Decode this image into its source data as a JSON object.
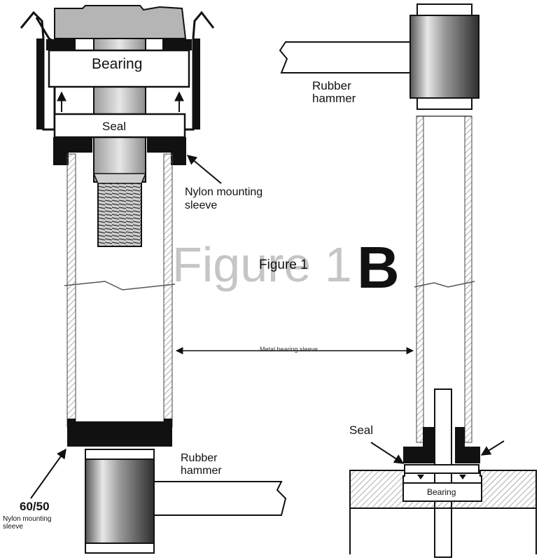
{
  "labels": {
    "bearing_left": "Bearing",
    "seal_left": "Seal",
    "nylon_sleeve_line1": "Nylon mounting",
    "nylon_sleeve_line2": "sleeve",
    "rubber_hammer_left_line1": "Rubber",
    "rubber_hammer_left_line2": "hammer",
    "size_6050": "60/50",
    "nylon_small_line1": "Nylon mounting",
    "nylon_small_line2": "sleeve",
    "rubber_hammer_right_line1": "Rubber",
    "rubber_hammer_right_line2": "hammer",
    "figure_caption": "Figure 1",
    "metal_sleeve": "Metal bearing sleeve",
    "seal_right": "Seal",
    "bearing_right": "Bearing"
  },
  "watermark": {
    "text": "Figure 1",
    "logo": "B"
  },
  "colors": {
    "ink": "#111111",
    "gray_part": "#b5b5b5",
    "sleeve_hatch": "#9a9a9a",
    "watermark": "#969696"
  }
}
